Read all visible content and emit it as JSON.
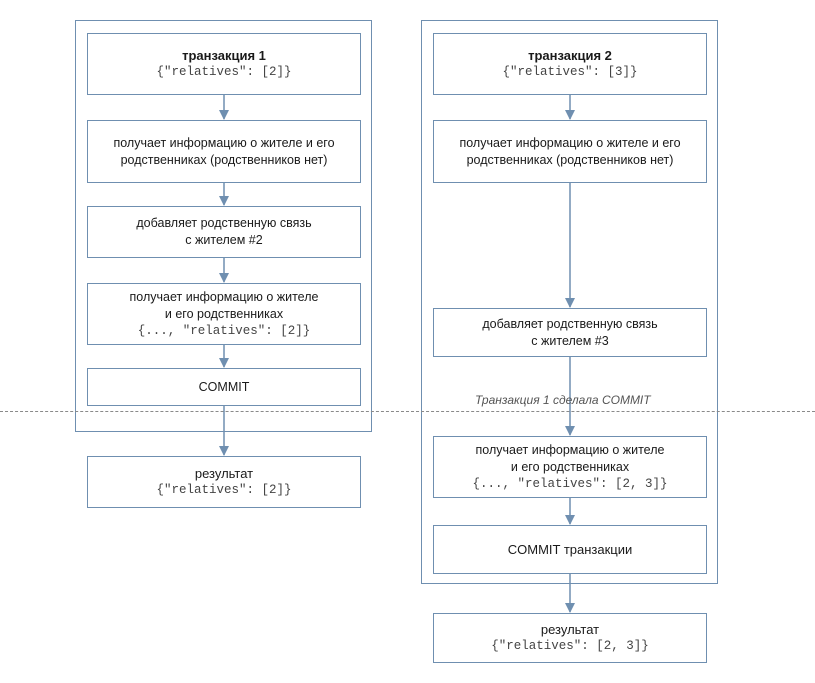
{
  "colors": {
    "border": "#6f8fb0",
    "arrow": "#6f8fb0",
    "divider": "#8a8a8a",
    "text": "#1a1a1a"
  },
  "transaction1": {
    "title": "транзакция 1",
    "title_code": "{\"relatives\": [2]}",
    "step1_line1": "получает информацию о жителе и его",
    "step1_line2": "родственниках (родственников нет)",
    "step2_line1": "добавляет родственную связь",
    "step2_line2": "с жителем #2",
    "step3_line1": "получает информацию о жителе",
    "step3_line2": "и его родственниках",
    "step3_code": "{..., \"relatives\": [2]}",
    "commit": "COMMIT",
    "result_label": "результат",
    "result_code": "{\"relatives\": [2]}"
  },
  "transaction2": {
    "title": "транзакция 2",
    "title_code": "{\"relatives\": [3]}",
    "step1_line1": "получает информацию о жителе и его",
    "step1_line2": "родственниках (родственников нет)",
    "step2_line1": "добавляет родственную связь",
    "step2_line2": "с жителем #3",
    "step3_line1": "получает информацию о жителе",
    "step3_line2": "и его родственниках",
    "step3_code": "{..., \"relatives\": [2, 3]}",
    "commit": "COMMIT транзакции",
    "result_label": "результат",
    "result_code": "{\"relatives\": [2, 3]}"
  },
  "divider_label": "Транзакция 1 сделала COMMIT"
}
